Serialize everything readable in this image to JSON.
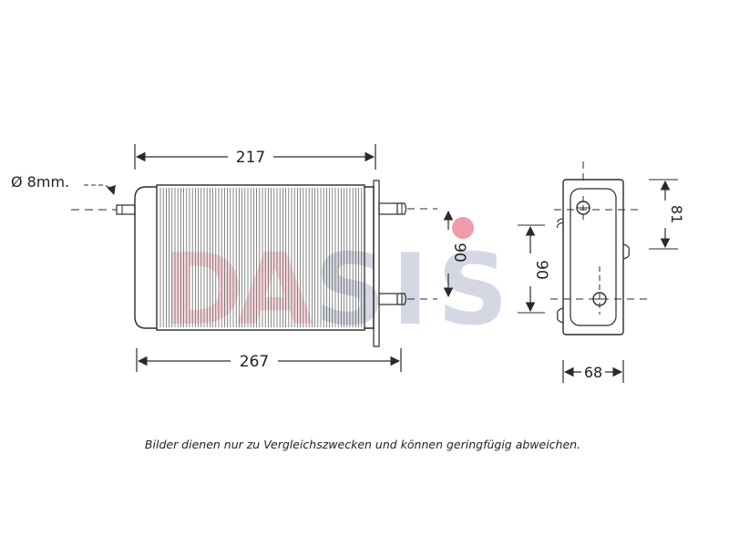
{
  "dimensions": {
    "width_top": "217",
    "width_bottom": "267",
    "pipe_spacing_front": "90",
    "pipe_spacing_side": "90",
    "side_height": "81",
    "depth": "68",
    "pipe_diameter": "Ø 8mm."
  },
  "watermark": {
    "text": "DASIS",
    "letters": [
      "D",
      "A",
      "S",
      "I",
      "S"
    ],
    "color_red": "#d9233c",
    "color_blue": "#1f2b6e"
  },
  "caption": "Bilder dienen nur zu Vergleichszwecken und können geringfügig abweichen."
}
